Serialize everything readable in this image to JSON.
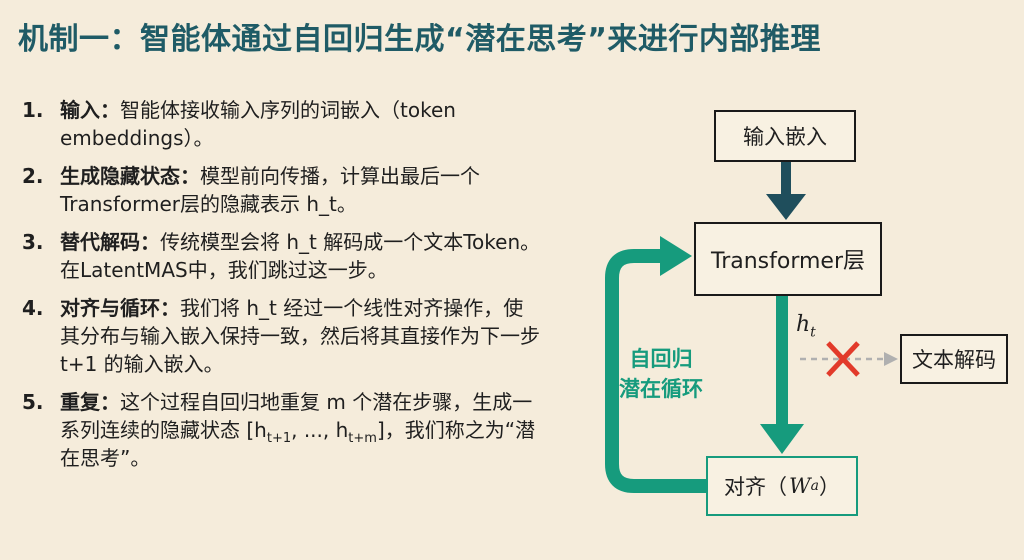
{
  "title": "机制一：智能体通过自回归生成“潜在思考”来进行内部推理",
  "steps": [
    {
      "num": "1.",
      "label": "输入：",
      "text": "智能体接收输入序列的词嵌入（token embeddings）。"
    },
    {
      "num": "2.",
      "label": "生成隐藏状态：",
      "text": "模型前向传播，计算出最后一个Transformer层的隐藏表示 h_t。"
    },
    {
      "num": "3.",
      "label": "替代解码：",
      "text": "传统模型会将 h_t 解码成一个文本Token。在LatentMAS中，我们跳过这一步。"
    },
    {
      "num": "4.",
      "label": "对齐与循环：",
      "text": "我们将 h_t 经过一个线性对齐操作，使其分布与输入嵌入保持一致，然后将其直接作为下一步 t+1 的输入嵌入。"
    },
    {
      "num": "5.",
      "label": "重复：",
      "text": "这个过程自回归地重复 m 个潜在步骤，生成一系列连续的隐藏状态 [h",
      "sub1": "t+1",
      "mid": ", ..., h",
      "sub2": "t+m",
      "tail": "]，我们称之为“潜在思考”。"
    }
  ],
  "diagram": {
    "input_box": "输入嵌入",
    "transformer_box": "Transformer层",
    "decode_box": "文本解码",
    "align_box": "对齐（",
    "align_var": "W",
    "align_sub": "a",
    "align_close": "）",
    "ht_var": "h",
    "ht_sub": "t",
    "loop_label_1": "自回归",
    "loop_label_2": "潜在循环",
    "colors": {
      "teal": "#169b7d",
      "dark": "#1f4e5c",
      "cross": "#e23a2a",
      "dashed": "#b0b0b0"
    }
  }
}
